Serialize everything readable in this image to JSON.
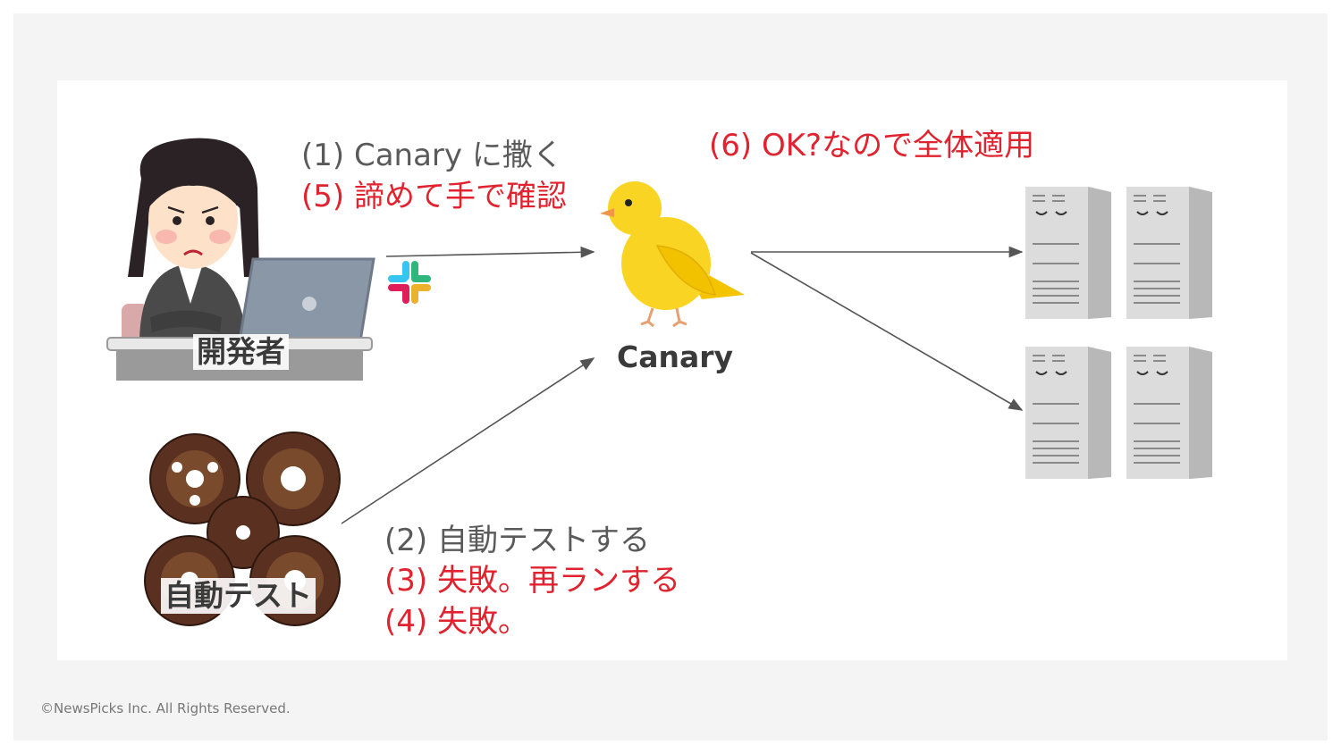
{
  "steps": {
    "step1": "(1) Canary に撒く",
    "step5": "(5) 諦めて手で確認",
    "step6": "(6) OK?なので全体適用",
    "step2": "(2) 自動テストする",
    "step3": "(3) 失敗。再ランする",
    "step4": "(4) 失敗。"
  },
  "labels": {
    "developer": "開発者",
    "canary": "Canary",
    "auto_test": "自動テスト"
  },
  "footer": "©NewsPicks Inc. All Rights Reserved.",
  "colors": {
    "red_text": "#e0232e",
    "gray_text": "#5a5a5a",
    "arrow": "#555555",
    "canary_yellow": "#f9d423"
  },
  "icons": [
    "developer-illustration",
    "slack-icon",
    "canary-bird",
    "gears-illustration",
    "server-icon"
  ]
}
